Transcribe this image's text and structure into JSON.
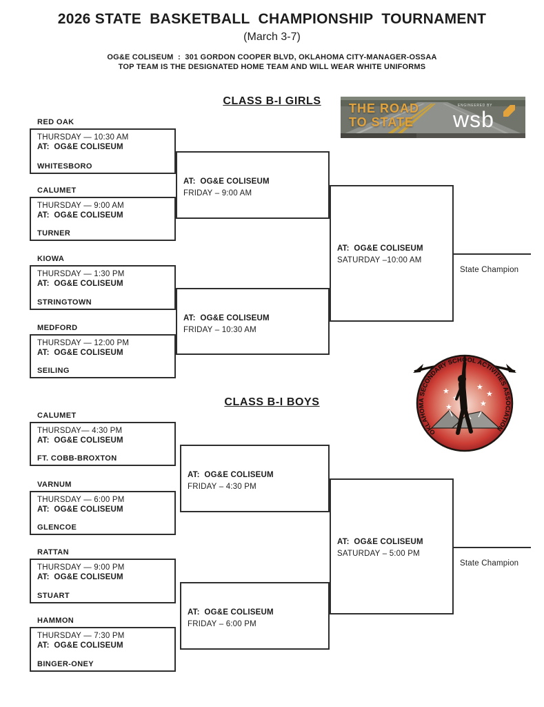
{
  "header": {
    "title": "2026 STATE  BASKETBALL  CHAMPIONSHIP  TOURNAMENT",
    "subtitle": "(March 3-7)",
    "venue_line": "OG&E COLISEUM  :  301 GORDON COOPER BLVD, OKLAHOMA CITY-MANAGER-OSSAA",
    "uniform_line": "TOP TEAM IS THE DESIGNATED HOME TEAM AND WILL WEAR WHITE UNIFORMS"
  },
  "banner": {
    "line1": "THE ROAD",
    "line2": "TO STATE",
    "engineered_by": "ENGINEERED BY",
    "brand": "wsb",
    "accent_color": "#E2A33C"
  },
  "seal": {
    "ring_text": "OKLAHOMA SECONDARY SCHOOL ACTIVITIES ASSOCIATION",
    "red": "#C0272D"
  },
  "girls": {
    "heading": "CLASS B-I GIRLS",
    "matches": [
      {
        "top": "RED OAK",
        "bottom": "WHITESBORO",
        "when": "THURSDAY — 10:30 AM",
        "where": "AT:  OG&E COLISEUM"
      },
      {
        "top": "CALUMET",
        "bottom": "TURNER",
        "when": "THURSDAY — 9:00 AM",
        "where": "AT:  OG&E COLISEUM"
      },
      {
        "top": "KIOWA",
        "bottom": "STRINGTOWN",
        "when": "THURSDAY — 1:30 PM",
        "where": "AT:  OG&E COLISEUM"
      },
      {
        "top": "MEDFORD",
        "bottom": "SEILING",
        "when": "THURSDAY — 12:00 PM",
        "where": "AT:  OG&E COLISEUM"
      }
    ],
    "semifinals": [
      {
        "where": "AT:  OG&E COLISEUM",
        "when": "FRIDAY – 9:00 AM"
      },
      {
        "where": "AT:  OG&E COLISEUM",
        "when": "FRIDAY – 10:30 AM"
      }
    ],
    "final": {
      "where": "AT:  OG&E COLISEUM",
      "when": "SATURDAY –10:00 AM"
    },
    "champion_label": "State Champion"
  },
  "boys": {
    "heading": "CLASS B-I BOYS",
    "matches": [
      {
        "top": "CALUMET",
        "bottom": "FT. COBB-BROXTON",
        "when": "THURSDAY— 4:30 PM",
        "where": "AT:  OG&E COLISEUM"
      },
      {
        "top": "VARNUM",
        "bottom": "GLENCOE",
        "when": "THURSDAY — 6:00 PM",
        "where": "AT:  OG&E COLISEUM"
      },
      {
        "top": "RATTAN",
        "bottom": "STUART",
        "when": "THURSDAY — 9:00 PM",
        "where": "AT:  OG&E COLISEUM"
      },
      {
        "top": "HAMMON",
        "bottom": "BINGER-ONEY",
        "when": "THURSDAY — 7:30 PM",
        "where": "AT:  OG&E COLISEUM"
      }
    ],
    "semifinals": [
      {
        "where": "AT:  OG&E COLISEUM",
        "when": "FRIDAY – 4:30 PM"
      },
      {
        "where": "AT:  OG&E COLISEUM",
        "when": "FRIDAY – 6:00 PM"
      }
    ],
    "final": {
      "where": "AT:  OG&E COLISEUM",
      "when": "SATURDAY – 5:00 PM"
    },
    "champion_label": "State Champion"
  }
}
